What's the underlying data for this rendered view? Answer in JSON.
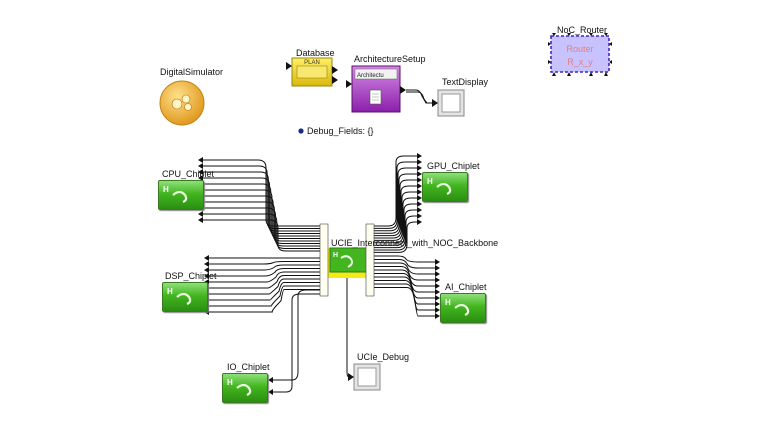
{
  "diagram": {
    "digital_simulator_label": "DigitalSimulator",
    "database_label": "Database",
    "database_text": "PLAN",
    "architecture_setup_label": "ArchitectureSetup",
    "architecture_setup_text": "Architectu",
    "text_display_label": "TextDisplay",
    "noc_router_label": "NoC_Router",
    "noc_router_text_1": "Router",
    "noc_router_text_2": "R_x_y",
    "debug_fields_label": "Debug_Fields: {}",
    "cpu_label": "CPU_Chiplet",
    "gpu_label": "GPU_Chiplet",
    "dsp_label": "DSP_Chiplet",
    "ai_label": "AI_Chiplet",
    "io_label": "IO_Chiplet",
    "ucie_label": "UCIE_Interconnect_with_NOC_Backbone",
    "ucie_debug_label": "UCIe_Debug",
    "chiplet_glyph": "H"
  },
  "colors": {
    "chiplet_green": "#43b51f",
    "ucie_yellow": "#f3ea18",
    "noc_router_fill": "#c8c3ff",
    "noc_router_text": "#e08080",
    "architecture_purple": "#a43cc4",
    "database_yellow": "#e8d41c",
    "director_orange": "#f0b43c",
    "debug_dot": "#1a2a8c"
  }
}
